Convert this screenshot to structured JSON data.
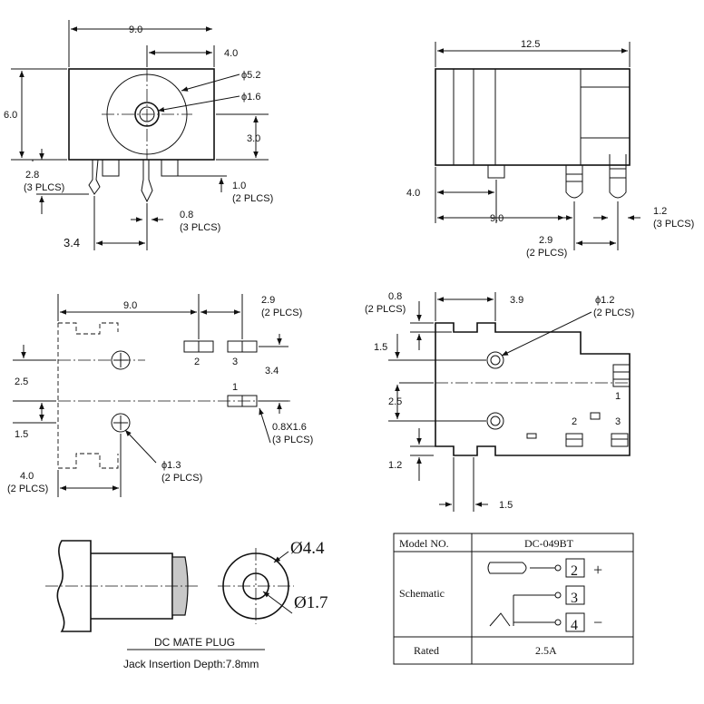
{
  "front_view": {
    "width": "9.0",
    "offset": "4.0",
    "dia_outer": "ϕ5.2",
    "dia_pin": "ϕ1.6",
    "height": "6.0",
    "center_height": "3.0",
    "pin_len_label": "2.8",
    "pin_len_note": "(3 PLCS)",
    "pin_w_label": "1.0",
    "pin_w_note": "(2 PLCS)",
    "pin_t_label": "0.8",
    "pin_t_note": "(3 PLCS)",
    "pin_spacing": "3.4"
  },
  "side_view": {
    "length": "12.5",
    "offset": "4.0",
    "span": "9.0",
    "pin_w": "1.2",
    "pin_w_note": "(3 PLCS)",
    "pin_space": "2.9",
    "pin_space_note": "(2 PLCS)"
  },
  "pcb_layout": {
    "width": "9.0",
    "pad_gap": "2.9",
    "pad_gap_note": "(2 PLCS)",
    "pad_row": "3.4",
    "dim_25": "2.5",
    "dim_15": "1.5",
    "pad_label_1": "1",
    "pad_label_2": "2",
    "pad_label_3": "3",
    "pad_size": "0.8X1.6",
    "pad_size_note": "(3 PLCS)",
    "hole_dia": "ϕ1.3",
    "hole_note": "(2 PLCS)",
    "left_dim": "4.0",
    "left_note": "(2 PLCS)"
  },
  "bottom_view": {
    "notch": "0.8",
    "notch_note": "(2 PLCS)",
    "offset": "3.9",
    "hole_dia": "ϕ1.2",
    "hole_note": "(2 PLCS)",
    "dim_15": "1.5",
    "dim_25": "2.5",
    "dim_12": "1.2",
    "dim_15b": "1.5",
    "pin_1": "1",
    "pin_2": "2",
    "pin_3": "3"
  },
  "plug": {
    "outer_dia": "Ø4.4",
    "inner_dia": "Ø1.7",
    "caption": "DC MATE PLUG",
    "insertion": "Jack Insertion Depth:7.8mm"
  },
  "spec_table": {
    "model_label": "Model NO.",
    "model_value": "DC-049BT",
    "schematic_label": "Schematic",
    "rated_label": "Rated",
    "rated_value": "2.5A",
    "term_2": "2",
    "term_3": "3",
    "term_4": "4",
    "plus_sign": "+",
    "minus_sign": "−"
  }
}
